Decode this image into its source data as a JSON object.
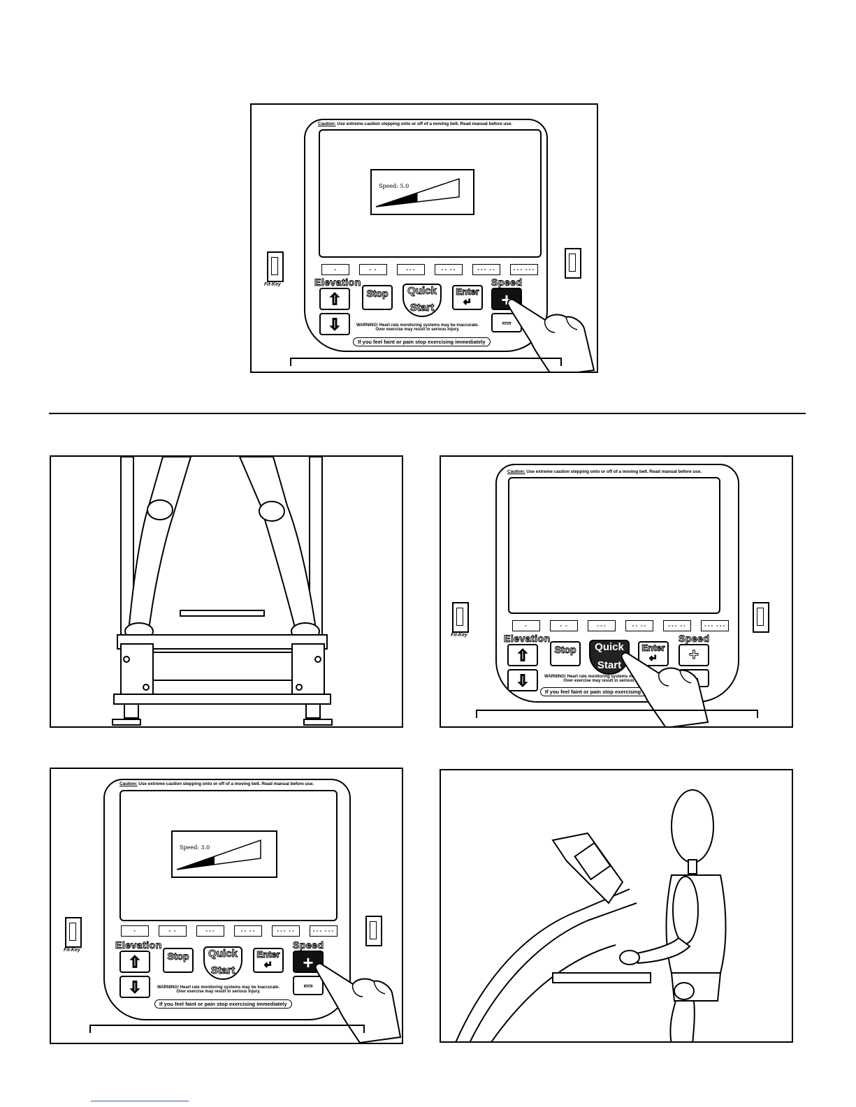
{
  "console": {
    "caution_label": "Caution:",
    "caution_text": "Use extreme caution stepping onto or off of a moving belt. Read manual before use.",
    "keys": [
      "∘",
      "∘ ∘",
      "∘∘∘",
      "∘∘ ∘∘",
      "∘∘∘ ∘∘",
      "∘∘∘ ∘∘∘"
    ],
    "elevation_label": "Elevation",
    "speed_label": "Speed",
    "stop_label": "Stop",
    "quick_label": "Quick",
    "start_label": "Start",
    "enter_label": "Enter",
    "plus_symbol": "+",
    "minus_symbol": "−",
    "up_symbol": "⇧",
    "down_symbol": "⇩",
    "enter_symbol": "↵",
    "warning_line1": "WARNING! Heart rate monitoring systems may be inaccurate.",
    "warning_line2": "Over exercise may result in serious injury.",
    "faint_text": "If you feel faint or pain stop exercising immediately",
    "fitkey_label": "Fit-Key"
  },
  "panels": {
    "top": {
      "speed_text": "Speed: 5.0",
      "speed_fraction": 0.5
    },
    "bottom_left": {
      "speed_text": "Speed: 3.0",
      "speed_fraction": 0.45
    }
  }
}
